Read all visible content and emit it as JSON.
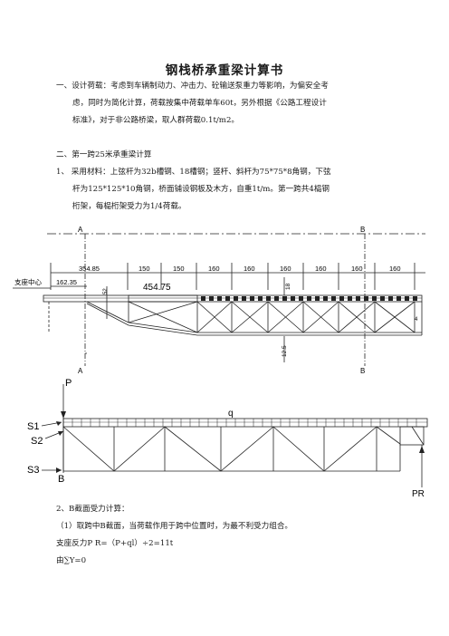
{
  "doc": {
    "title": "钢栈桥承重梁计算书",
    "sec1": {
      "l1": "一、设计荷载：考虑到车辆制动力、冲击力、砼输送泵重力等影响，为偏安全考",
      "l2": "虑，同时为简化计算，荷载按集中荷载单车60t，另外根据《公路工程设计",
      "l3": "标准》，对于非公路桥梁，取人群荷载0.1t/m2。"
    },
    "sec2": {
      "heading": "二、第一跨25米承重梁计算",
      "l1": "1、 采用材料：上弦杆为32b槽钢、18槽钢；竖杆、斜杆为75*75*8角钢，下弦",
      "l2": "杆为125*125*10角钢，桥面铺设钢板及木方，自重1t/m。第一跨共4榀钢",
      "l3": "桁架，每榀桁架受力为1/4荷载。"
    },
    "fig1": {
      "label_a": "A",
      "label_b": "B",
      "support_center": "支座中心",
      "dims": [
        "354.85",
        "150",
        "150",
        "160",
        "160",
        "160",
        "160",
        "160",
        "160"
      ],
      "dim_offset": "162.35",
      "dim_height": "454.75",
      "dim_small": "52",
      "dim_18": "18",
      "dim_125": "12.5",
      "label_right": "4"
    },
    "fig2": {
      "p": "P",
      "q": "q",
      "s1": "S1",
      "s2": "S2",
      "s3": "S3",
      "b": "B",
      "pr": "PR"
    },
    "sec3": {
      "l1": "2、B截面受力计算：",
      "l2": "（1）取跨中B截面，当荷载作用于跨中位置时，为最不利受力组合。",
      "l3": "支座反力P R=（P+ql）÷2=11t",
      "l4": "由∑Y=0"
    }
  }
}
